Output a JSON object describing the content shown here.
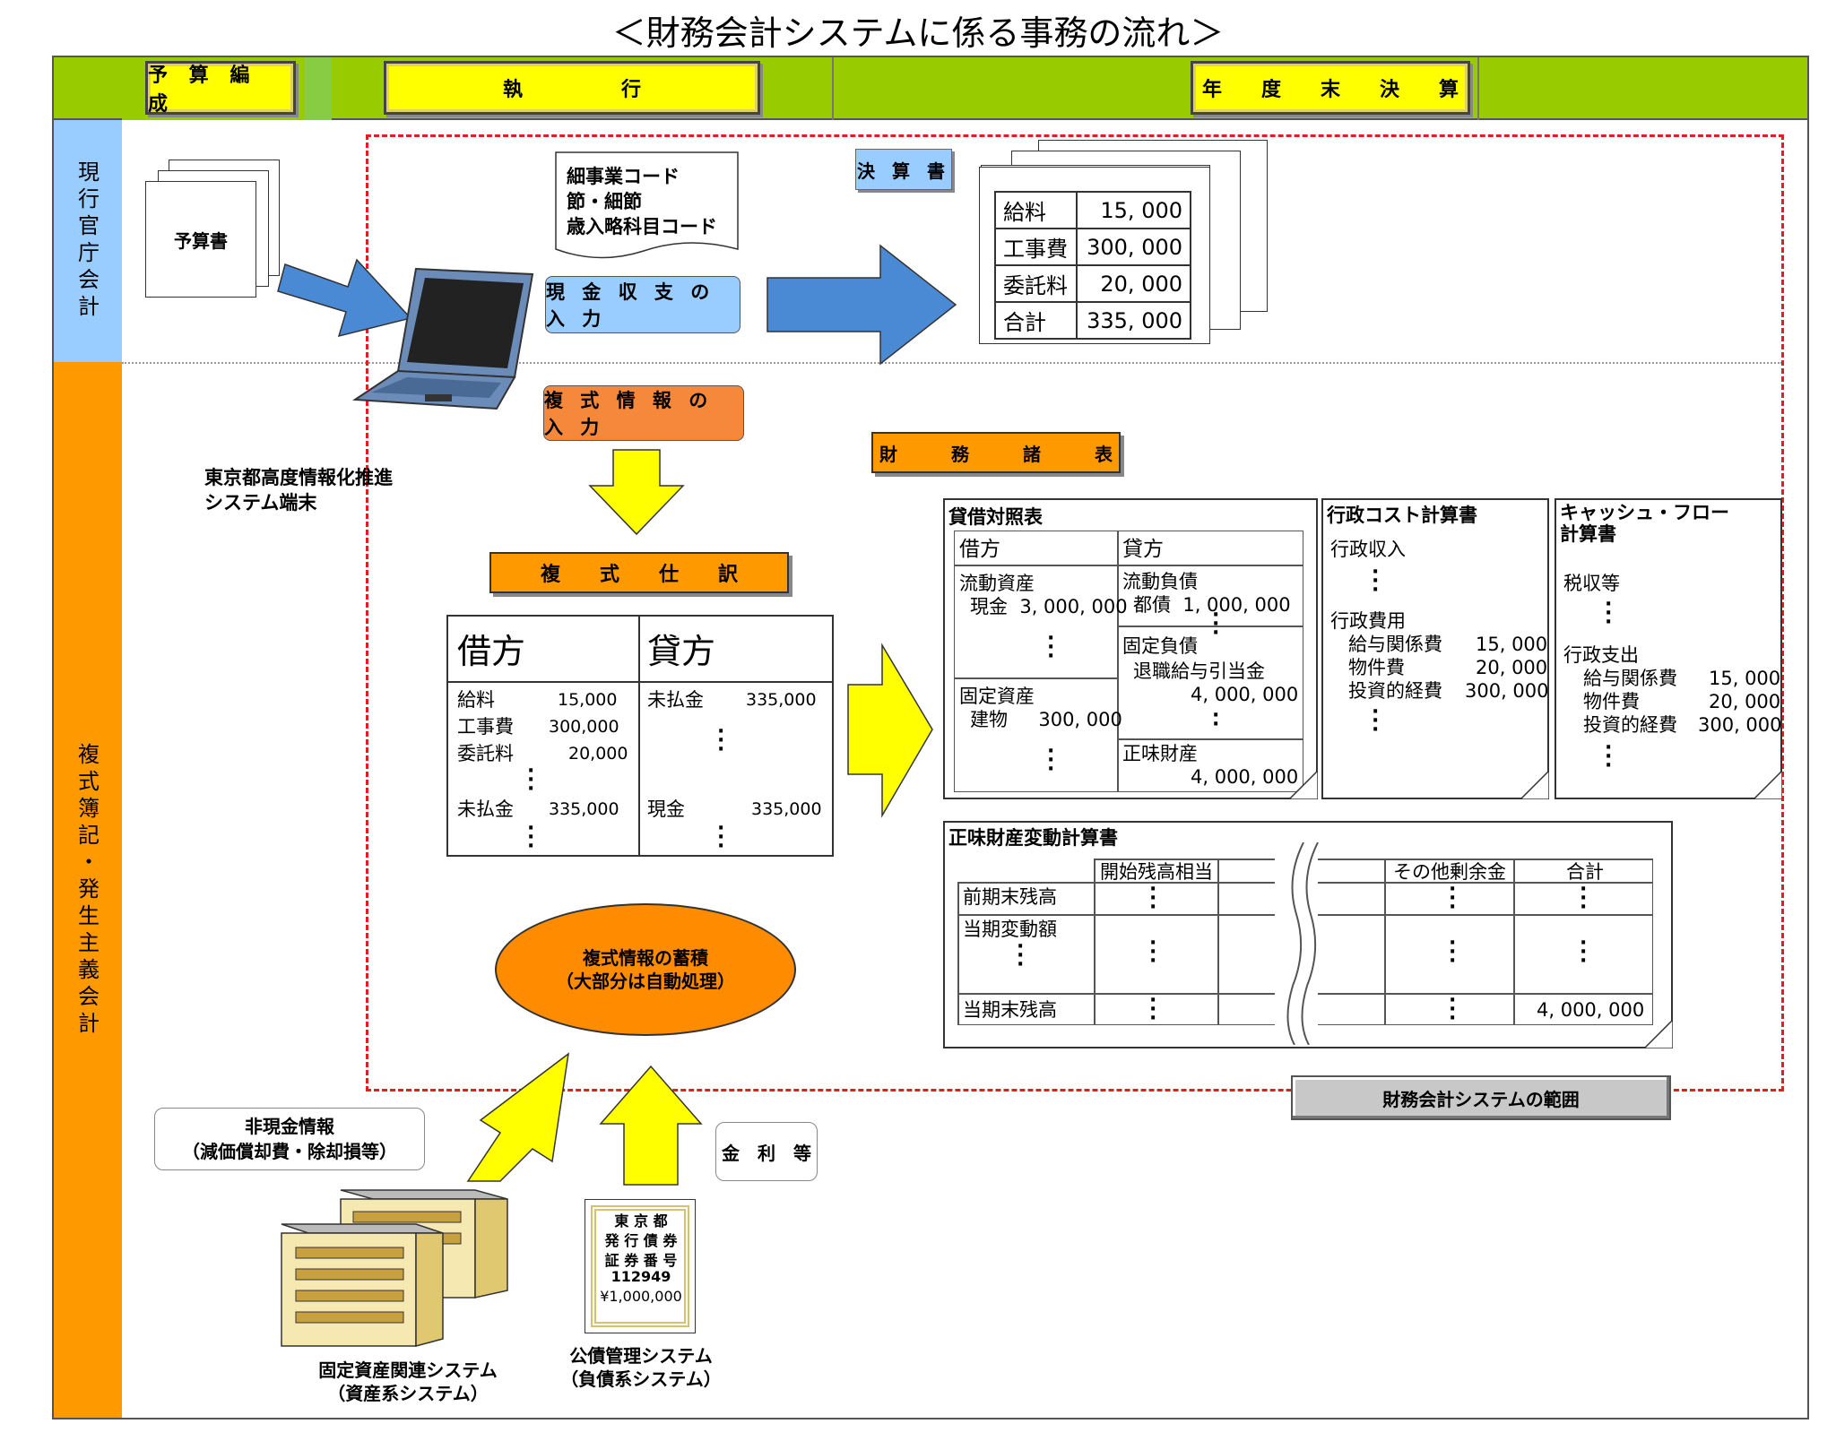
{
  "title": "＜財務会計システムに係る事務の流れ＞",
  "header": {
    "budget": "予 算 編 成",
    "execution": "執　　　　　行",
    "closing": "年　　度　　末　　決　　算"
  },
  "rows": {
    "current": "現行官庁会計",
    "accrual": "複式簿記・発生主義会計"
  },
  "budget_doc": "予算書",
  "code_doc": [
    "細事業コード",
    "節・細節",
    "歳入略科目コード"
  ],
  "cash_input": "現 金 収 支 の 入 力",
  "double_input": "複 式 情 報 の 入 力",
  "terminal_label": [
    "東京都高度情報化推進",
    "システム端末"
  ],
  "settlement": {
    "label": "決 算 書",
    "rows": [
      [
        "給料",
        "15, 000"
      ],
      [
        "工事費",
        "300, 000"
      ],
      [
        "委託料",
        "20, 000"
      ],
      [
        "合計",
        "335, 000"
      ]
    ]
  },
  "journal": {
    "label": "複　　式　　仕　　訳",
    "debit": "借方",
    "credit": "貸方",
    "debit_rows": [
      [
        "給料",
        "15,000"
      ],
      [
        "工事費",
        "300,000"
      ],
      [
        "委託料",
        "20,000"
      ],
      [
        "未払金",
        "335,000"
      ]
    ],
    "credit_rows": [
      [
        "未払金",
        "335,000"
      ],
      [
        "現金",
        "335,000"
      ]
    ]
  },
  "fs_label": "財　　　務　　　諸　　　表",
  "balance_sheet": {
    "title": "貸借対照表",
    "debit": "借方",
    "credit": "貸方",
    "current_assets": "流動資産",
    "cash": "現金  3, 000, 000",
    "fixed_assets": "固定資産",
    "buildings": "建物　  300, 000",
    "current_liab": "流動負債",
    "bonds": "都債  1, 000, 000",
    "fixed_liab": "固定負債",
    "retire": "退職給与引当金",
    "retire_val": "4, 000, 000",
    "net_assets": "正味財産",
    "net_val": "4, 000, 000"
  },
  "admin_cost": {
    "title": "行政コスト計算書",
    "revenue": "行政収入",
    "expense": "行政費用",
    "items": [
      [
        "給与関係費",
        "15, 000"
      ],
      [
        "物件費",
        "20, 000"
      ],
      [
        "投資的経費",
        "300, 000"
      ]
    ]
  },
  "cash_flow": {
    "title": "キャッシュ・フロー\n計算書",
    "tax": "税収等",
    "expense": "行政支出",
    "items": [
      [
        "給与関係費",
        "15, 000"
      ],
      [
        "物件費",
        "20, 000"
      ],
      [
        "投資的経費",
        "300, 000"
      ]
    ]
  },
  "net_change": {
    "title": "正味財産変動計算書",
    "cols": [
      "開始残高相当",
      "その他剰余金",
      "合計"
    ],
    "rows": [
      "前期末残高",
      "当期変動額",
      "当期末残高"
    ],
    "total": "4, 000, 000"
  },
  "accumulate": "複式情報の蓄積\n（大部分は自動処理）",
  "range_label": "財務会計システムの範囲",
  "noncash": "非現金情報\n（減価償却費・除却損等）",
  "interest": "金　利　等",
  "fixed_sys": "固定資産関連システム\n（資産系システム）",
  "bond_sys": "公債管理システム\n（負債系システム）",
  "bond_cert": [
    "東 京 都",
    "発 行 債 券",
    "証 券 番 号",
    "112949",
    "¥1,000,000"
  ],
  "colors": {
    "green": "#99CC00",
    "yellow": "#FFFF00",
    "orange": "#FF9900",
    "lightblue": "#99CCFF",
    "blue": "#4A8AD4",
    "red": "#E02020"
  }
}
